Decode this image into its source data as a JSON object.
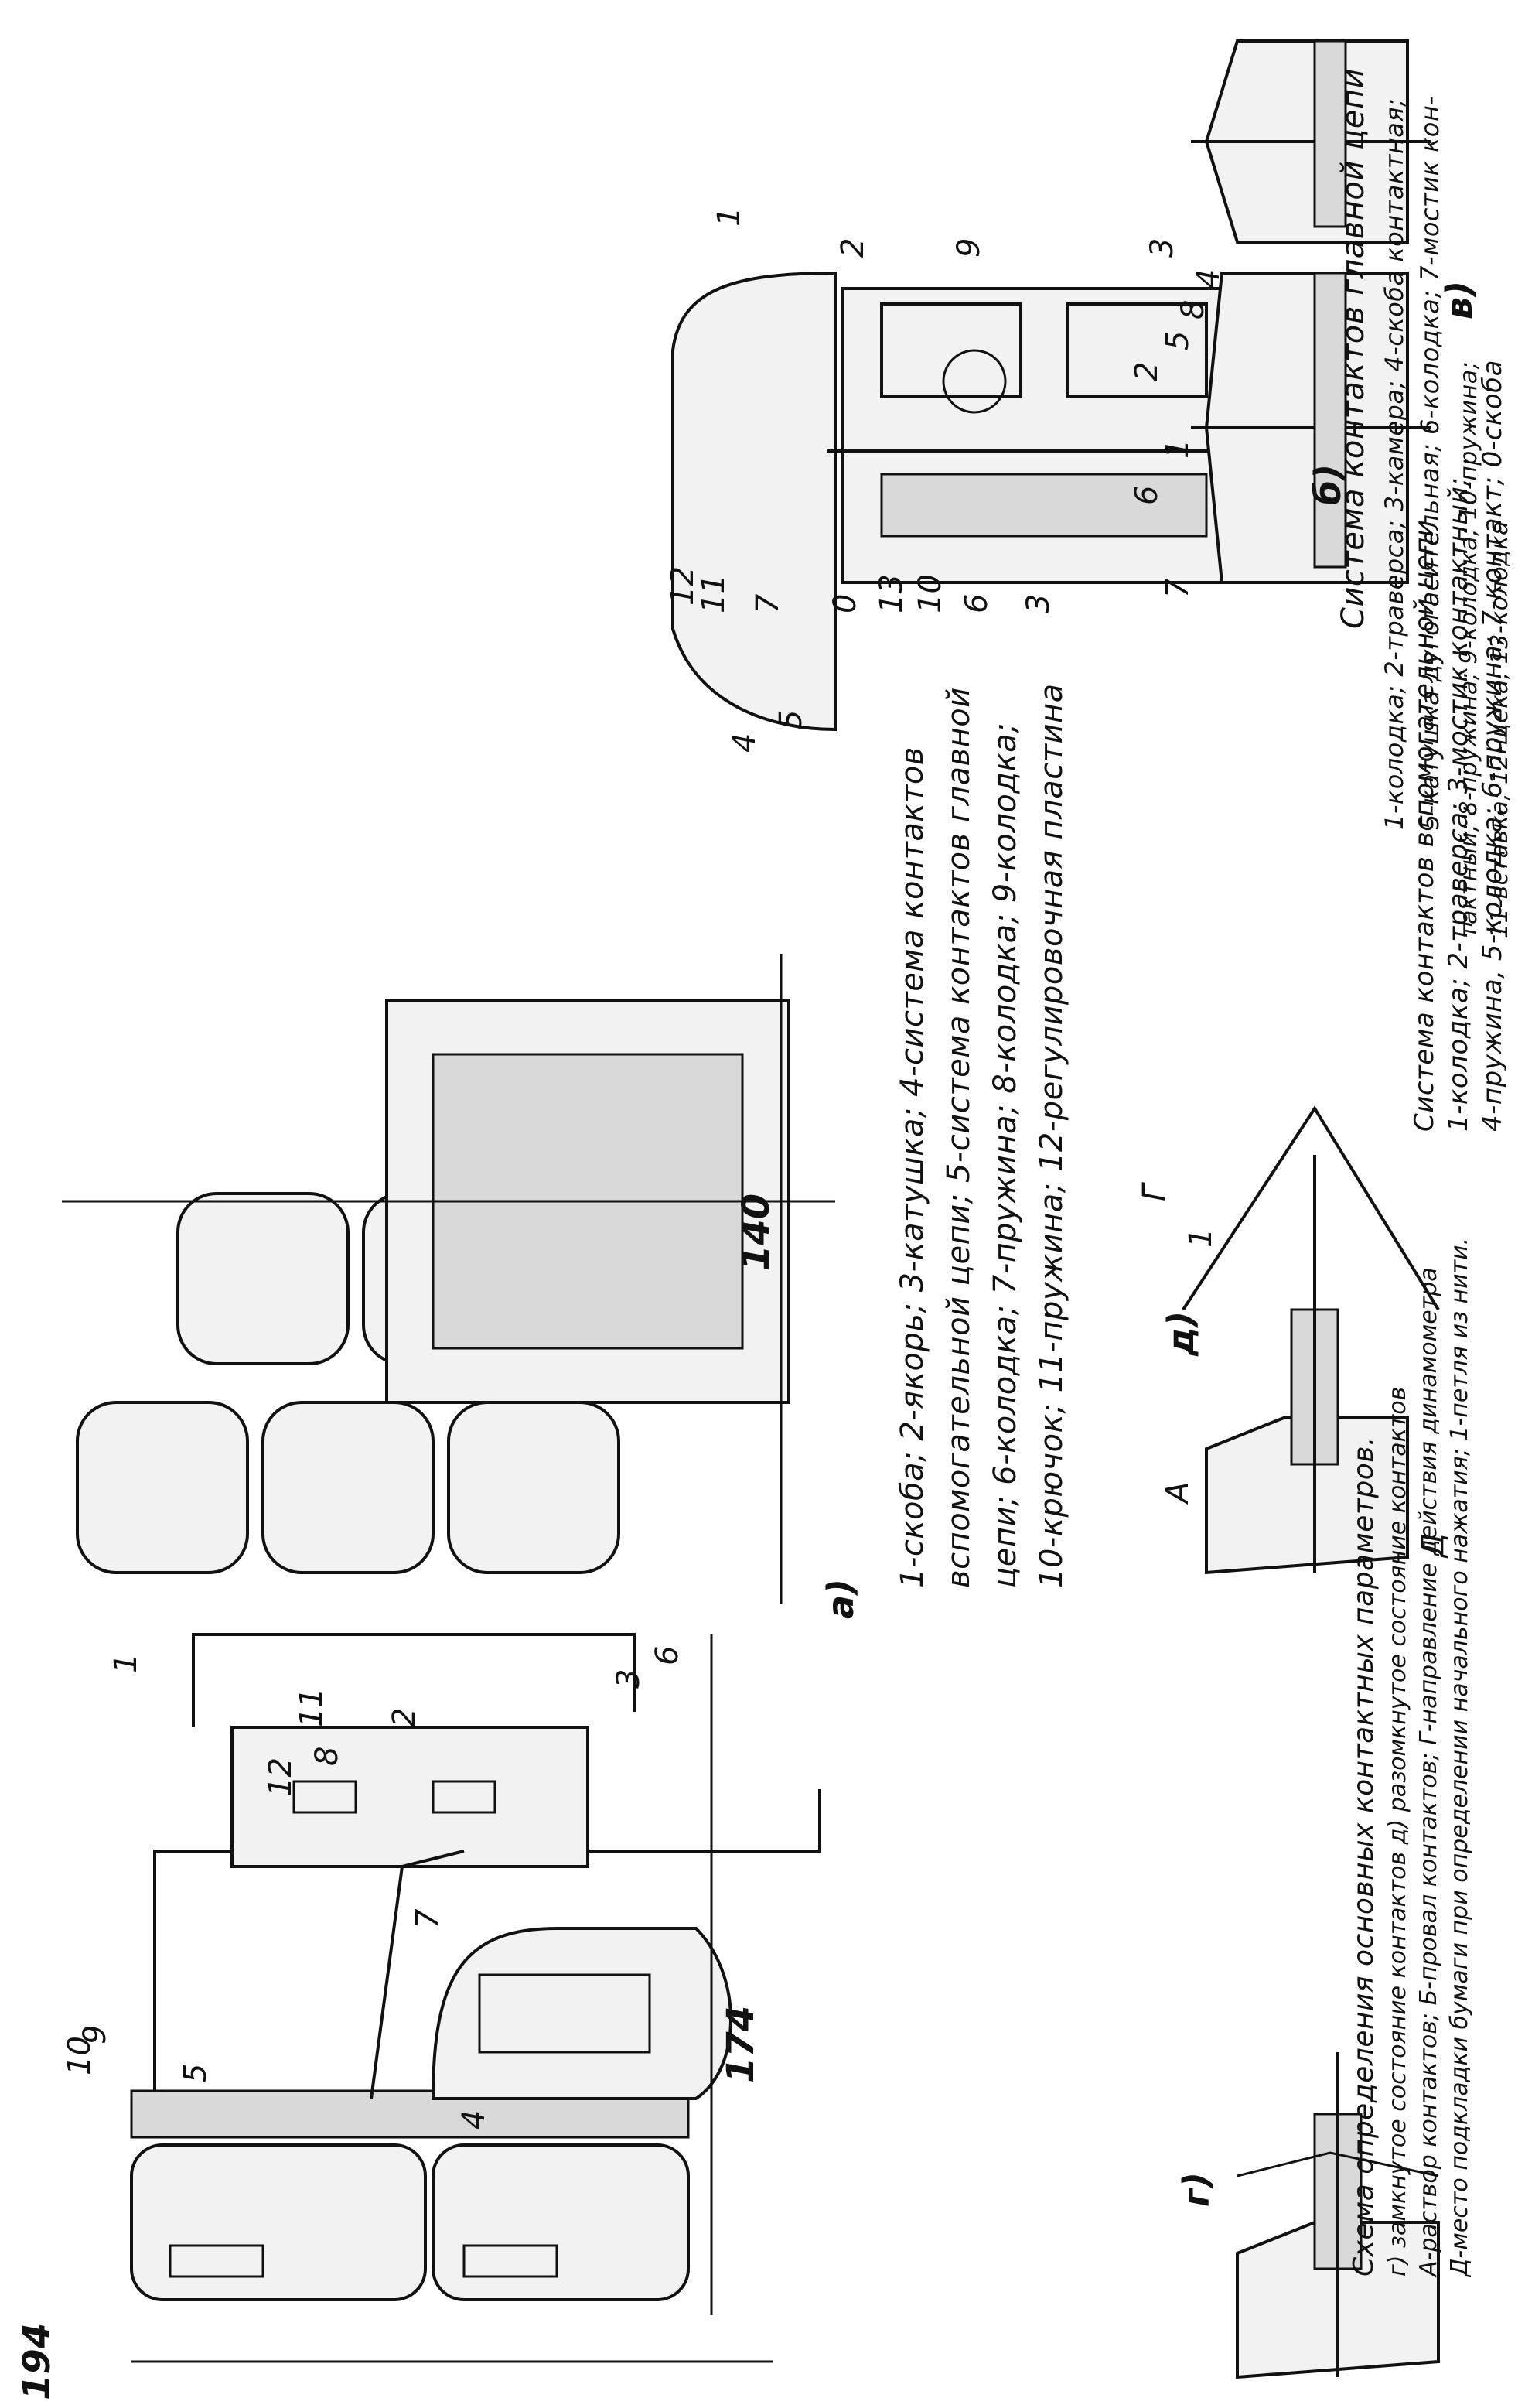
{
  "figure_a": {
    "label": "а)",
    "dim_140": "140",
    "dim_174": "174",
    "dim_194": "194",
    "callouts": [
      "1",
      "2",
      "3",
      "4",
      "5",
      "6",
      "7",
      "8",
      "9",
      "10",
      "11",
      "12"
    ],
    "caption_lines": [
      "1-скоба; 2-якорь; 3-катушка; 4-система контактов",
      "вспомогательной цепи; 5-система контактов главной",
      "цепи; 6-колодка; 7-пружина; 8-колодка; 9-колодка;",
      "10-крючок; 11-пружина; 12-регулировочная пластина"
    ]
  },
  "figure_b": {
    "label": "б)",
    "callouts": [
      "1",
      "2",
      "3",
      "4",
      "5",
      "6",
      "7",
      "9",
      "10",
      "11",
      "12",
      "13",
      "0"
    ],
    "caption_lines": [
      "Система контактов главной цепи",
      "1-колодка; 2-траверса; 3-камера; 4-скоба контактная;",
      "5-катушка дугогасительная; 6-колодка; 7-мостик кон-",
      "тактный; 8-пружина; 9-колодка; 10-пружина;",
      "11-вставка; 12-щека, 13-колодка"
    ]
  },
  "figure_v": {
    "label": "в)",
    "callouts": [
      "1",
      "2",
      "3",
      "4",
      "5",
      "6",
      "7",
      "8"
    ],
    "caption_lines": [
      "Система контактов вспомогательной цепи",
      "1-колодка; 2-траверса; 3-мостик контактный;",
      "4-пружина, 5-колодка; 6-пружина; 7-контакт; 0-скоба"
    ]
  },
  "figure_g": {
    "label": "г)"
  },
  "figure_d": {
    "label": "д)",
    "callouts": [
      "1",
      "Г",
      "А",
      "Д"
    ],
    "caption_title": "Схема определения основных контактных параметров.",
    "caption_lines": [
      "г) замкнутое состояние контактов д) разомкнутое состояние контактов",
      "А-раствор контактов; Б-провал контактов; Г-направление действия динамометра",
      "Д-место подкладки бумаги при определении начального нажатия; 1-петля из нити."
    ]
  }
}
